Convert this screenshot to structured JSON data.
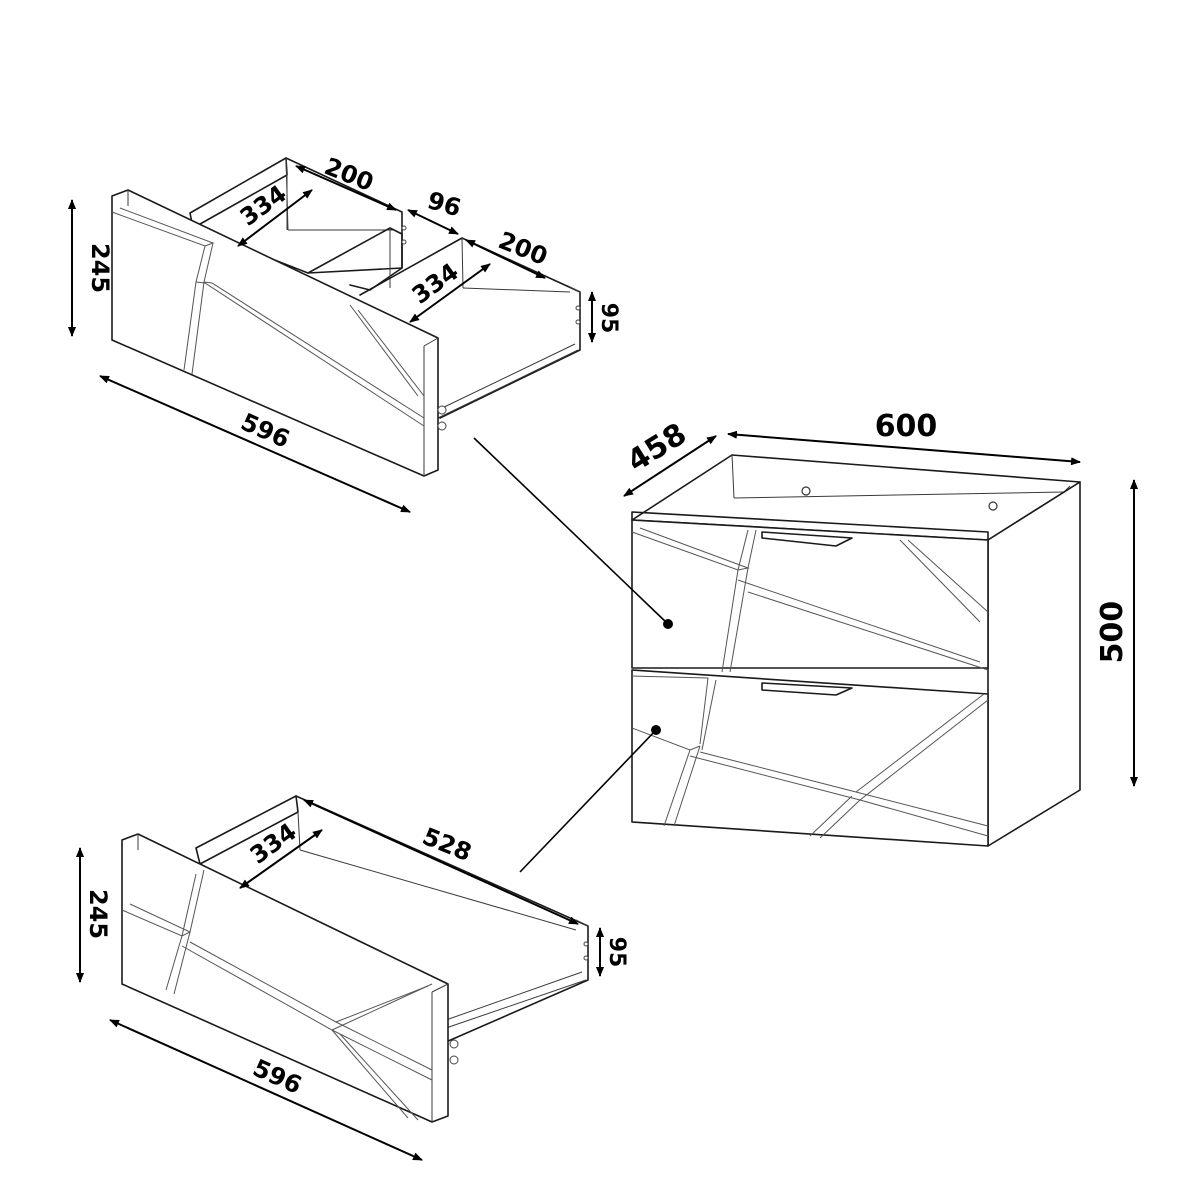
{
  "diagram": {
    "labels": {
      "top_drawer": {
        "length": "596",
        "height": "245",
        "compartment_left_width": "200",
        "compartment_left_depth": "334",
        "divider": "96",
        "compartment_right_width": "200",
        "compartment_right_depth": "334",
        "inner_height": "95"
      },
      "cabinet": {
        "depth": "458",
        "width": "600",
        "height": "500"
      },
      "bottom_drawer": {
        "inner_depth": "334",
        "inner_width": "528",
        "height": "245",
        "inner_height": "95",
        "length": "596"
      }
    }
  }
}
